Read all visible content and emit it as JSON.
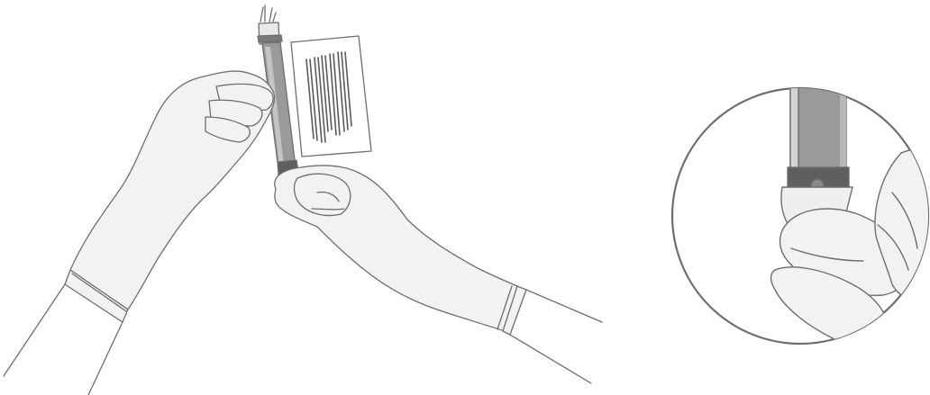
{
  "illustration": {
    "background_color": "#ffffff",
    "line_color": "#6e6e6e",
    "glove_fill": "#f2f2f2",
    "glove_shadow": "#d9d9d9",
    "tube_fill": "#9a9a9a",
    "tube_band": "#5f5f5f",
    "panel_fill": "#ffffff",
    "barcode_color": "#5a5a5a",
    "icons": [
      "gloved-hands",
      "sample-tube",
      "barcode-label",
      "magnified-detail"
    ]
  }
}
